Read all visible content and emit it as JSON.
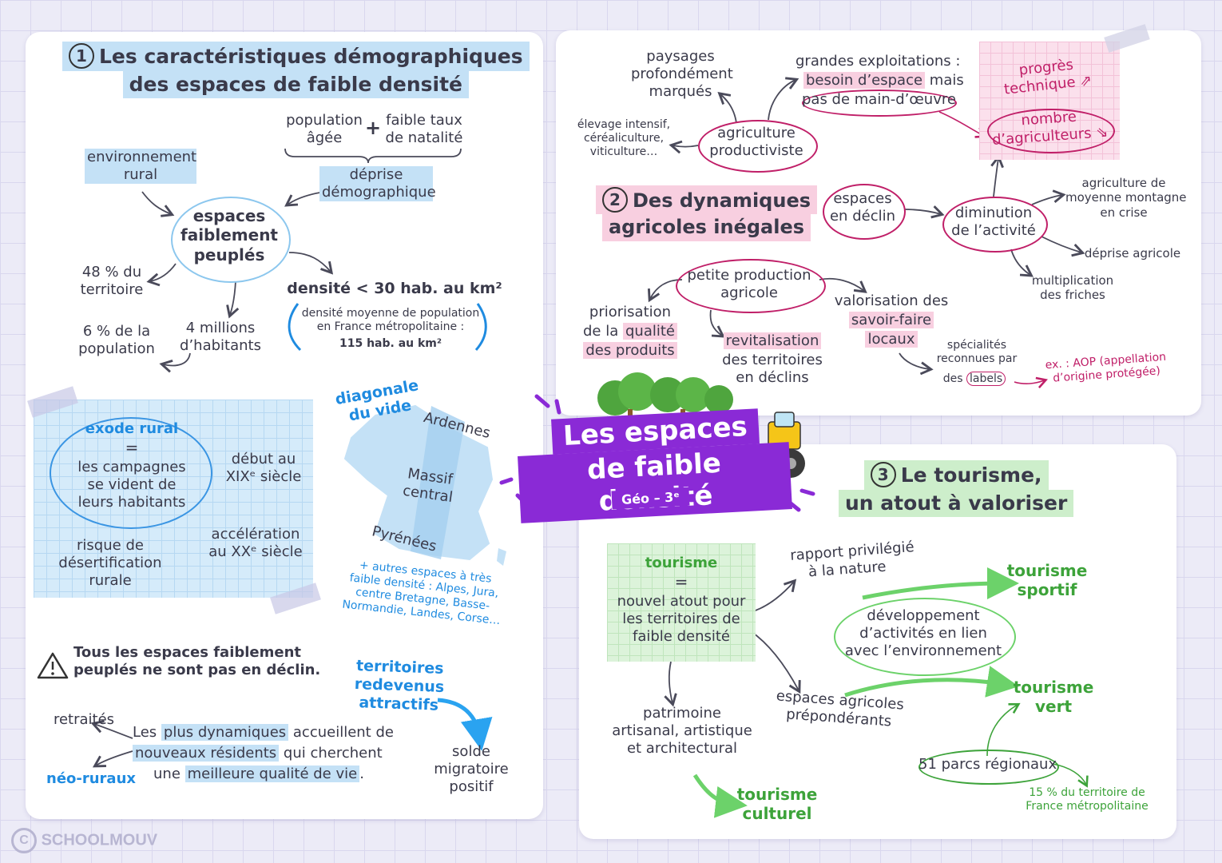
{
  "center": {
    "title_line1": "Les espaces",
    "title_line2": "de faible densité",
    "tag": "Géo – 3ᵉ"
  },
  "section1": {
    "title_num": "1",
    "title_line1": "Les caractéristiques démographiques",
    "title_line2": "des espaces de faible densité",
    "population_agee": "population\nâgée",
    "plus": "+",
    "faible_taux": "faible taux\nde natalité",
    "deprise": "déprise\ndémographique",
    "env_rural": "environnement\nrural",
    "espaces_peuples": "espaces\nfaiblement\npeuplés",
    "territoire": "48 % du\nterritoire",
    "population": "6 % de la\npopulation",
    "habitants": "4 millions\nd’habitants",
    "densite": "densité < 30 hab. au km²",
    "densite_moy": "densité moyenne de population\nen France métropolitaine :",
    "densite_moy_val": "115 hab. au km²",
    "exode_title": "exode rural",
    "exode_eq": "=",
    "exode_text": "les campagnes\nse vident de\nleurs habitants",
    "debut": "début au\nXIXᵉ siècle",
    "acceleration": "accélération\nau XXᵉ siècle",
    "risque": "risque de\ndésertification\nrurale",
    "diagonale": "diagonale\ndu vide",
    "ardennes": "Ardennes",
    "massif": "Massif\ncentral",
    "pyrenees": "Pyrénées",
    "autres": "+ autres espaces à très\nfaible densité : Alpes, Jura,\ncentre Bretagne, Basse-\nNormandie, Landes, Corse…",
    "warning": "Tous les espaces faiblement\npeuplés ne sont pas en déclin.",
    "territoires_attractifs": "territoires\nredevenus\nattractifs",
    "solde": "solde\nmigratoire\npositif",
    "retraites": "retraités",
    "neo": "néo-ruraux",
    "dyn_1a": "Les ",
    "dyn_1b": "plus dynamiques",
    "dyn_1c": " accueillent de",
    "dyn_2a": "nouveaux résidents",
    "dyn_2b": " qui cherchent",
    "dyn_3a": "une ",
    "dyn_3b": "meilleure qualité de vie",
    "dyn_3c": "."
  },
  "section2": {
    "title_num": "2",
    "title_line1": "Des dynamiques",
    "title_line2": "agricoles inégales",
    "paysages": "paysages\nprofondément\nmarqués",
    "grandes": "grandes exploitations :",
    "besoin": "besoin d’espace",
    "mais": " mais",
    "pas_main": "pas de main-d’œuvre",
    "elevage": "élevage intensif,\ncéréaliculture,\nviticulture…",
    "agri_prod": "agriculture\nproductiviste",
    "progres": "progrès\ntechnique ⇗",
    "nombre": "nombre\nd’agriculteurs ⇘",
    "espaces_declin": "espaces\nen déclin",
    "diminution": "diminution\nde l’activité",
    "agri_montagne": "agriculture de\nmoyenne montagne\nen crise",
    "deprise_agri": "déprise agricole",
    "friches": "multiplication\ndes friches",
    "petite": "petite production\nagricole",
    "priorisation_1": "priorisation",
    "priorisation_2a": "de la ",
    "priorisation_2b": "qualité",
    "priorisation_3": "des produits",
    "revitalisation_1": "revitalisation",
    "revitalisation_2": "des territoires\nen déclins",
    "valorisation_1": "valorisation des",
    "valorisation_2": "savoir-faire",
    "valorisation_3": "locaux",
    "specialites_1": "spécialités\nreconnues par",
    "specialites_2a": "des ",
    "specialites_2b": "labels",
    "aop": "ex. : AOP (appellation\nd’origine protégée)"
  },
  "section3": {
    "title_num": "3",
    "title_line1": "Le tourisme,",
    "title_line2": "un atout à valoriser",
    "tourisme": "tourisme",
    "eq": "=",
    "tourisme_def": "nouvel atout pour\nles territoires de\nfaible densité",
    "rapport": "rapport privilégié\nà la nature",
    "tourisme_sportif": "tourisme\nsportif",
    "developpement": "développement\nd’activités en lien\navec l’environnement",
    "tourisme_vert": "tourisme\nvert",
    "patrimoine": "patrimoine\nartisanal, artistique\net architectural",
    "espaces_agricoles": "espaces agricoles\nprépondérants",
    "parcs": "51 parcs régionaux",
    "territoire_15": "15 % du territoire de\nFrance métropolitaine",
    "tourisme_culturel": "tourisme\nculturel"
  },
  "footer": {
    "brand": "SCHOOLMOUV"
  },
  "colors": {
    "purple": "#8a2ad6",
    "blue_hl": "#c4e1f6",
    "pink_hl": "#f8cfe0",
    "green_hl": "#cdeecb",
    "blue": "#1f8be0",
    "green": "#3da33a",
    "pink": "#c01f68"
  }
}
